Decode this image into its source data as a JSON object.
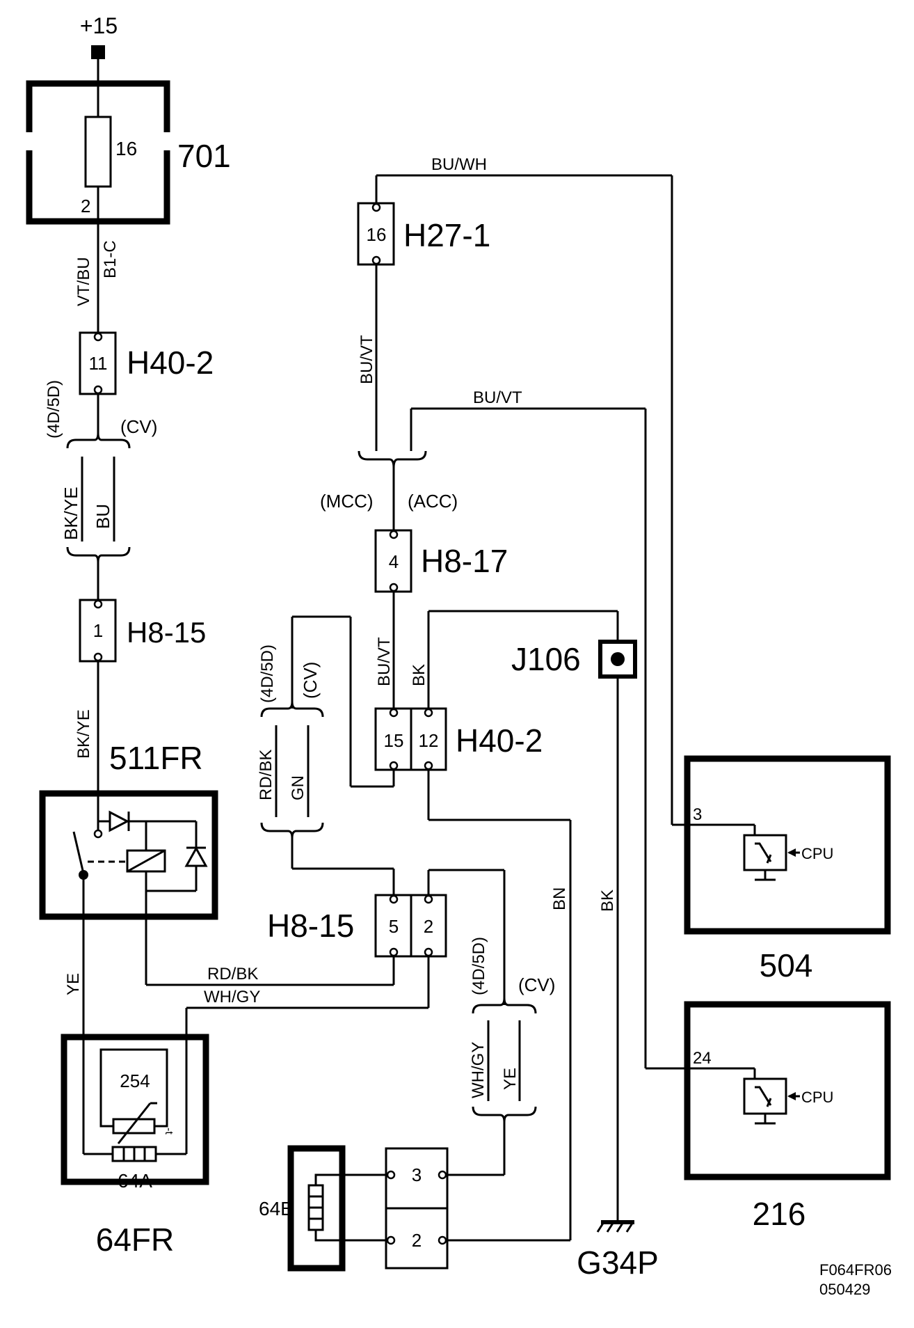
{
  "supply": "+15",
  "fuse_box": {
    "id": "701",
    "fuse": "16",
    "pin": "2"
  },
  "wires": {
    "vt_bu": "VT/BU",
    "b1c": "B1-C",
    "bk_ye_a": "BK/YE",
    "bu_a": "BU",
    "bk_ye_b": "BK/YE",
    "bu_wh": "BU/WH",
    "bu_vt_a": "BU/VT",
    "bu_vt_b": "BU/VT",
    "bu_vt_c": "BU/VT",
    "bk_a": "BK",
    "rd_bk_a": "RD/BK",
    "gn": "GN",
    "rd_bk_b": "RD/BK",
    "wh_gy_a": "WH/GY",
    "wh_gy_b": "WH/GY",
    "ye_a": "YE",
    "ye_b": "YE",
    "bn": "BN",
    "bk_b": "BK"
  },
  "variants": {
    "v4d5d_a": "(4D/5D)",
    "cv_a": "(CV)",
    "mcc": "(MCC)",
    "acc": "(ACC)",
    "v4d5d_b": "(4D/5D)",
    "cv_b": "(CV)",
    "v4d5d_c": "(4D/5D)",
    "cv_c": "(CV)"
  },
  "connectors": {
    "h40_2_top": {
      "id": "H40-2",
      "pin": "11"
    },
    "h8_15_left": {
      "id": "H8-15",
      "pin": "1"
    },
    "h27_1": {
      "id": "H27-1",
      "pin": "16"
    },
    "h8_17": {
      "id": "H8-17",
      "pin": "4"
    },
    "h40_2_mid": {
      "id": "H40-2",
      "pin_a": "15",
      "pin_b": "12"
    },
    "h8_15_mid": {
      "id": "H8-15",
      "pin_a": "5",
      "pin_b": "2"
    },
    "c64b": {
      "id": "64B",
      "pin_a": "3",
      "pin_b": "2"
    }
  },
  "components": {
    "relay": "511FR",
    "heater": {
      "id": "64FR",
      "sensor": "254",
      "element": "64A"
    },
    "ecu_504": {
      "id": "504",
      "pin": "3",
      "cpu": "CPU"
    },
    "ecu_216": {
      "id": "216",
      "pin": "24",
      "cpu": "CPU"
    },
    "splice": "J106",
    "ground": "G34P"
  },
  "drawing_ref": {
    "code": "F064FR06",
    "date": "050429"
  }
}
